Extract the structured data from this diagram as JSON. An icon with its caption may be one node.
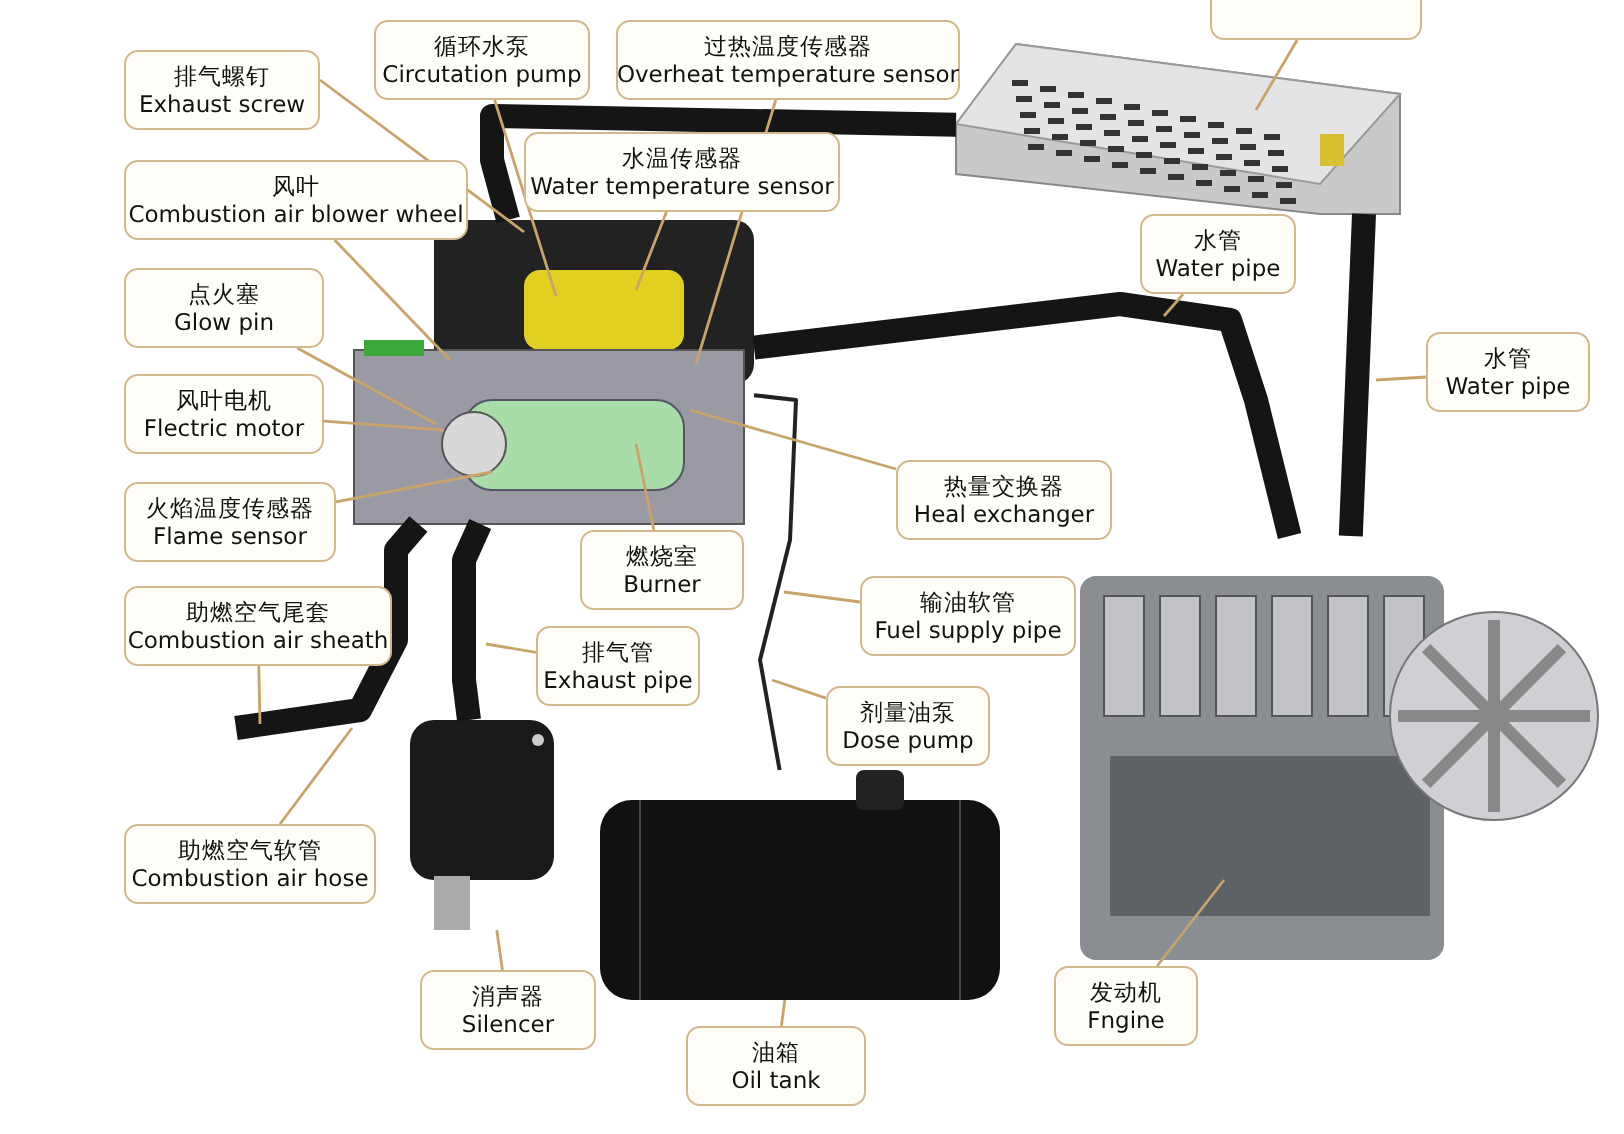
{
  "diagram": {
    "nodes": [
      {
        "text": [
          "排气螺钉",
          "Exhaust screw"
        ]
      },
      {
        "text": [
          "循环水泵",
          "Circutation pump"
        ]
      },
      {
        "text": [
          "过热温度传感器",
          "Overheat temperature sensor"
        ]
      },
      {
        "text": [],
        "shape": "box"
      },
      {
        "text": [
          "风叶",
          "Combustion air blower wheel"
        ]
      },
      {
        "text": [
          "水温传感器",
          "Water temperature sensor"
        ]
      },
      {
        "text": [
          "水管",
          "Water pipe"
        ]
      },
      {
        "text": [
          "点火塞",
          "Glow pin"
        ]
      },
      {
        "text": [
          "水管",
          "Water pipe"
        ]
      },
      {
        "text": [
          "风叶电机",
          "Flectric motor"
        ]
      },
      {
        "text": [
          "热量交换器",
          "Heal exchanger"
        ]
      },
      {
        "text": [
          "火焰温度传感器",
          "Flame sensor"
        ]
      },
      {
        "text": [
          "燃烧室",
          "Burner"
        ]
      },
      {
        "text": [
          "输油软管",
          "Fuel supply pipe"
        ]
      },
      {
        "text": [
          "助燃空气尾套",
          "Combustion air sheath"
        ]
      },
      {
        "text": [
          "排气管",
          "Exhaust pipe"
        ]
      },
      {
        "text": [
          "剂量油泵",
          "Dose pump"
        ]
      },
      {
        "text": [
          "助燃空气软管",
          "Combustion air hose"
        ]
      },
      {
        "text": [
          "消声器",
          "Silencer"
        ]
      },
      {
        "text": [
          "油箱",
          "Oil tank"
        ]
      },
      {
        "text": [
          "发动机",
          "Fngine"
        ]
      },
      {
        "text": [],
        "shape": "picture"
      },
      {
        "text": [],
        "shape": "picture"
      },
      {
        "text": [],
        "shape": "picture"
      },
      {
        "text": [],
        "shape": "picture"
      },
      {
        "text": [],
        "shape": "picture"
      }
    ],
    "edges": [
      {
        "from": 0,
        "to": 22,
        "arrow": "none"
      },
      {
        "from": 1,
        "to": 22,
        "arrow": "none"
      },
      {
        "from": 2,
        "to": 22,
        "arrow": "none"
      },
      {
        "from": 3,
        "to": 21,
        "arrow": "none"
      },
      {
        "from": 4,
        "to": 22,
        "arrow": "none"
      },
      {
        "from": 5,
        "to": 22,
        "arrow": "none"
      },
      {
        "from": 6,
        "to": null,
        "arrow": "none"
      },
      {
        "from": 7,
        "to": 22,
        "arrow": "none"
      },
      {
        "from": 8,
        "to": null,
        "arrow": "none"
      },
      {
        "from": 9,
        "to": 22,
        "arrow": "none"
      },
      {
        "from": 10,
        "to": 22,
        "arrow": "none"
      },
      {
        "from": 11,
        "to": 22,
        "arrow": "none"
      },
      {
        "from": 12,
        "to": 22,
        "arrow": "none"
      },
      {
        "from": 13,
        "to": null,
        "arrow": "none"
      },
      {
        "from": 14,
        "to": null,
        "arrow": "none"
      },
      {
        "from": 15,
        "to": null,
        "arrow": "none"
      },
      {
        "from": 16,
        "to": null,
        "arrow": "none"
      },
      {
        "from": 17,
        "to": null,
        "arrow": "none"
      },
      {
        "from": 18,
        "to": 23,
        "arrow": "none"
      },
      {
        "from": 19,
        "to": 24,
        "arrow": "none"
      },
      {
        "from": 20,
        "to": 25,
        "arrow": "none"
      },
      {
        "from": 22,
        "to": 21,
        "arrow": "none",
        "style": "thick",
        "color": "#151515"
      },
      {
        "from": 22,
        "to": 25,
        "arrow": "none",
        "style": "thick",
        "color": "#151515"
      },
      {
        "from": 21,
        "to": 25,
        "arrow": "none",
        "style": "thick",
        "color": "#151515"
      },
      {
        "from": 22,
        "to": 23,
        "arrow": "none",
        "style": "thick",
        "color": "#151515"
      },
      {
        "from": 22,
        "to": null,
        "arrow": "none",
        "style": "thick",
        "color": "#151515"
      },
      {
        "from": 22,
        "to": 24,
        "arrow": "none",
        "color": "#222222"
      }
    ]
  }
}
